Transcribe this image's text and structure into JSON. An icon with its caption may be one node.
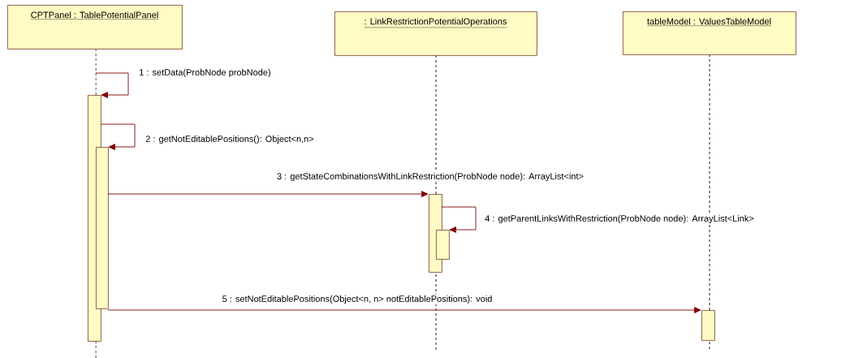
{
  "diagram": {
    "nodes": [
      {
        "text": [
          "CPTPanel : TablePotentialPanel"
        ]
      },
      {
        "text": [
          ": LinkRestrictionPotentialOperations"
        ]
      },
      {
        "text": [
          "tableModel : ValuesTableModel"
        ]
      },
      {
        "text": [],
        "shape": "bar"
      },
      {
        "text": [],
        "shape": "bar"
      },
      {
        "text": [],
        "shape": "bar"
      },
      {
        "text": [],
        "shape": "bar"
      },
      {
        "text": [],
        "shape": "bar"
      }
    ],
    "edges": [
      {
        "from": null,
        "to": 3,
        "arrow": "to",
        "label": "1 : setData(ProbNode probNode)"
      },
      {
        "from": 3,
        "to": 4,
        "arrow": "to",
        "label": "2 : getNotEditablePositions(): Object<n,n>"
      },
      {
        "from": 4,
        "to": 5,
        "arrow": "to",
        "label": "3 : getStateCombinationsWithLinkRestriction(ProbNode node): ArrayList<int>"
      },
      {
        "from": 5,
        "to": 6,
        "arrow": "to",
        "label": "4 : getParentLinksWithRestriction(ProbNode node): ArrayList<Link>"
      },
      {
        "from": 4,
        "to": 7,
        "arrow": "to",
        "label": "5 : setNotEditablePositions(Object<n, n> notEditablePositions): void"
      }
    ]
  }
}
